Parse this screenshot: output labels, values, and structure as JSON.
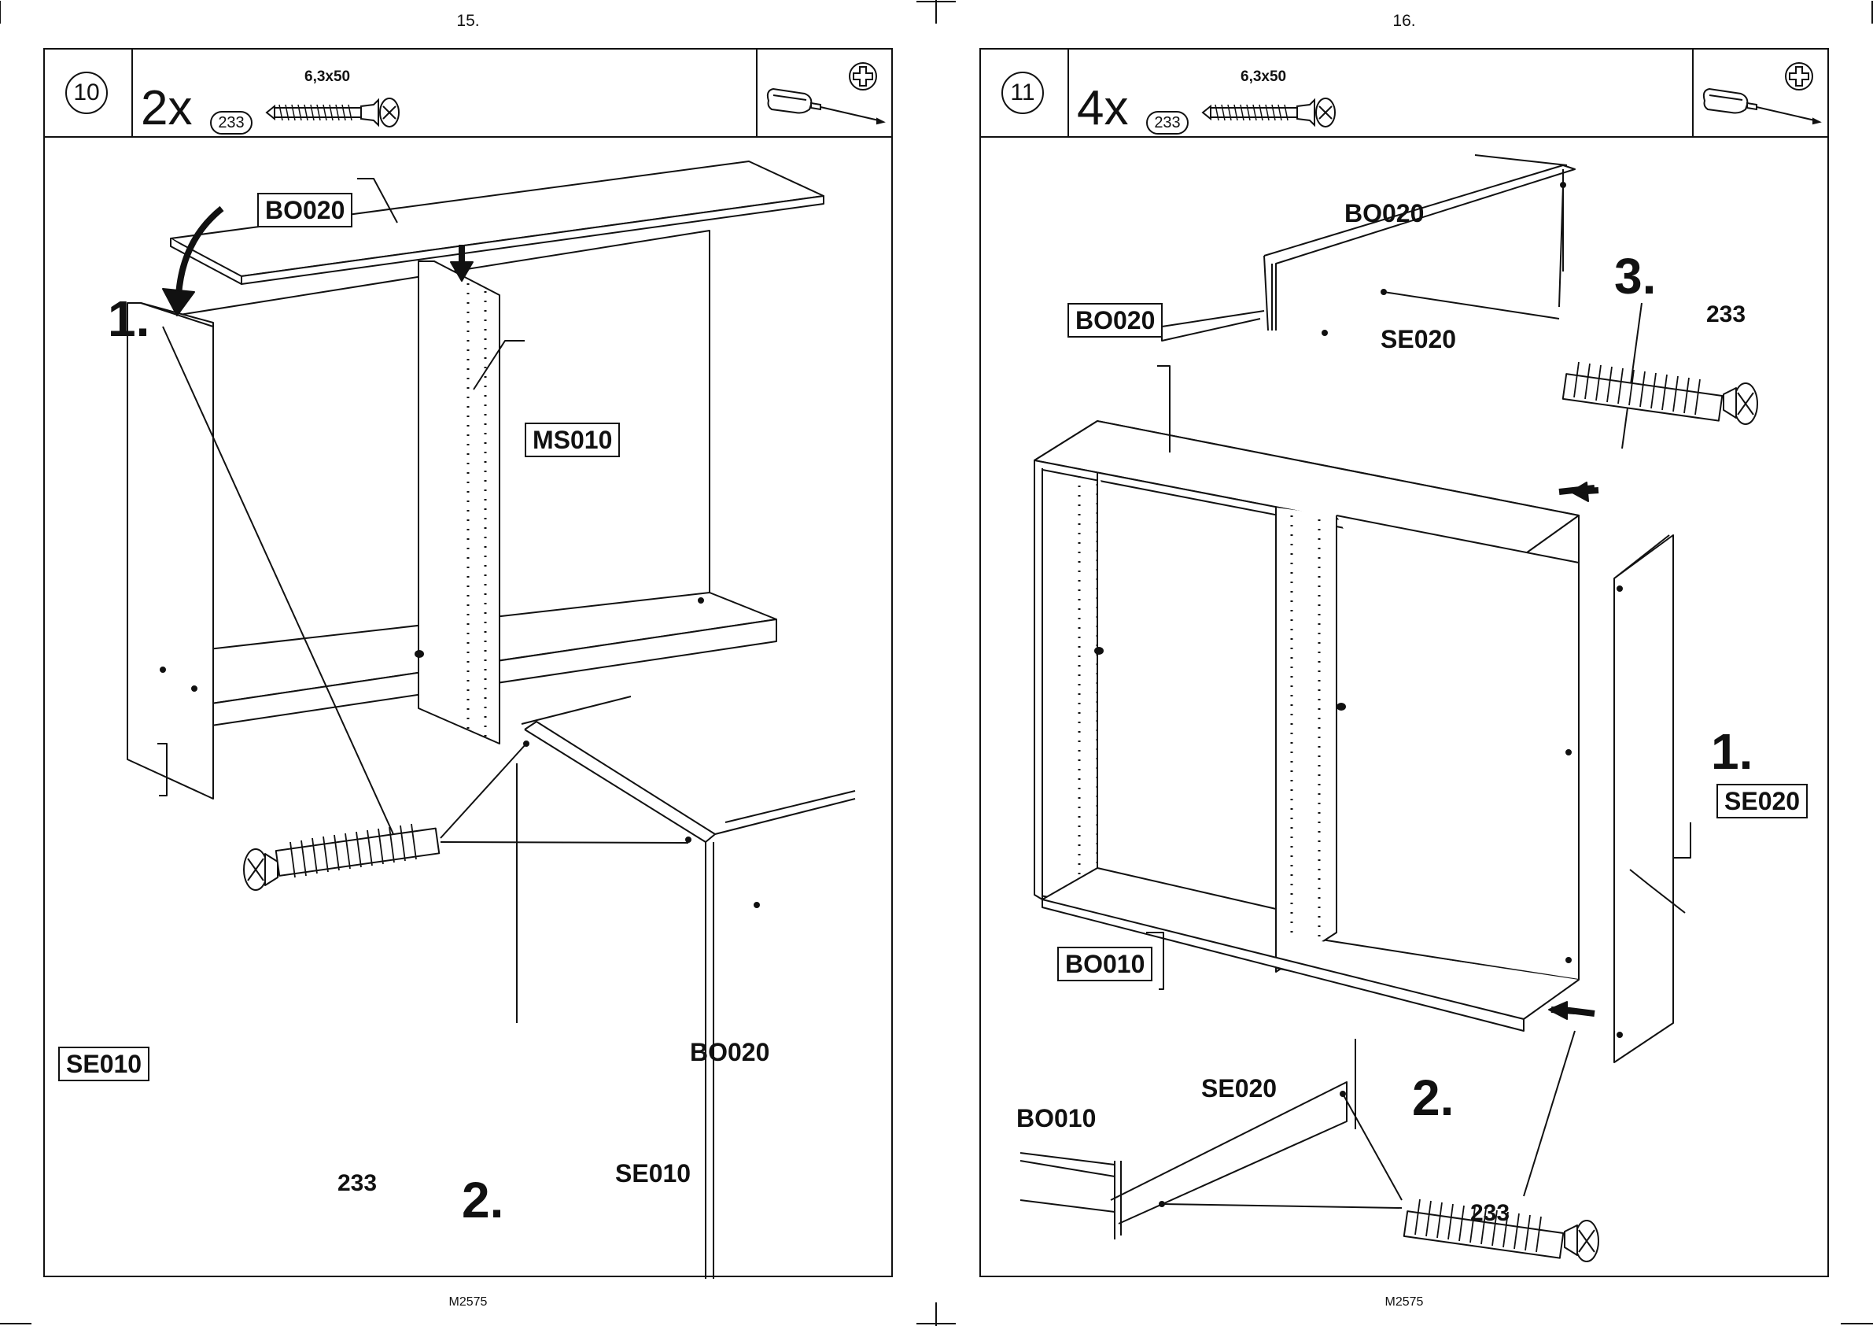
{
  "pages": [
    {
      "page_number": "15.",
      "footer_code": "M2575",
      "step_number": "10",
      "quantity": "2x",
      "part_code": "233",
      "screw_size": "6,3x50",
      "labels": {
        "top_panel": "BO020",
        "middle_panel": "MS010",
        "side_panel": "SE010",
        "detail_top": "BO020",
        "detail_side": "SE010",
        "detail_screw": "233"
      },
      "sub_steps": [
        "1.",
        "2."
      ]
    },
    {
      "page_number": "16.",
      "footer_code": "M2575",
      "step_number": "11",
      "quantity": "4x",
      "part_code": "233",
      "screw_size": "6,3x50",
      "labels": {
        "detail_top_top": "BO020",
        "detail_top_side": "SE020",
        "detail_top_screw": "233",
        "top_panel": "BO020",
        "bottom_panel": "BO010",
        "side_panel": "SE020",
        "detail_bottom_side": "SE020",
        "detail_bottom_bottom": "BO010",
        "detail_bottom_screw": "233"
      },
      "sub_steps": [
        "1.",
        "2.",
        "3."
      ]
    }
  ],
  "icons": [
    "screw-icon",
    "screwdriver-icon",
    "phillips-head-icon",
    "arrow-icon"
  ]
}
